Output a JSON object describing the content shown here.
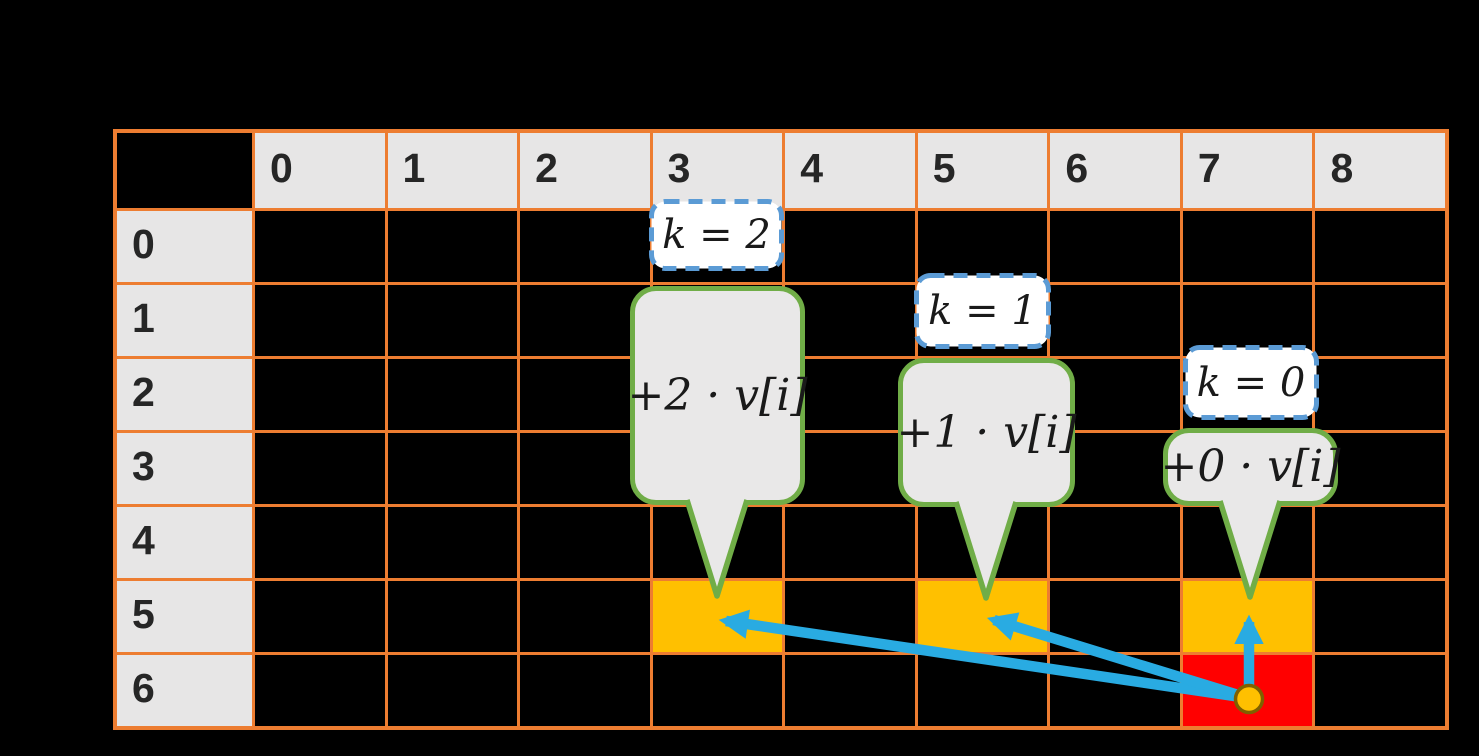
{
  "colors": {
    "background": "#000000",
    "grid_line": "#ED7D31",
    "header_fill": "#E7E6E6",
    "header_text": "#262626",
    "cell_fill": "#000000",
    "highlight_gold": "#FFC000",
    "highlight_red": "#FF0000",
    "callout_fill": "#E9E8E8",
    "callout_border_green": "#70AD47",
    "k_box_fill": "#FFFFFF",
    "k_box_border_blue": "#5B9BD5",
    "arrow_blue": "#29ABE2",
    "dot_fill": "#FFC000",
    "dot_ring": "#7F6000",
    "formula_text": "#1A1A1A"
  },
  "table": {
    "col_headers": [
      "0",
      "1",
      "2",
      "3",
      "4",
      "5",
      "6",
      "7",
      "8"
    ],
    "row_headers": [
      "0",
      "1",
      "2",
      "3",
      "4",
      "5",
      "6"
    ],
    "highlighted_cells": [
      {
        "row": 5,
        "col": 3,
        "color": "gold"
      },
      {
        "row": 5,
        "col": 5,
        "color": "gold"
      },
      {
        "row": 5,
        "col": 7,
        "color": "gold"
      },
      {
        "row": 6,
        "col": 7,
        "color": "red"
      }
    ]
  },
  "callouts": [
    {
      "k_label": "k = 2",
      "formula": "+2 · v[i]",
      "target": {
        "row": 5,
        "col": 3
      }
    },
    {
      "k_label": "k = 1",
      "formula": "+1 · v[i]",
      "target": {
        "row": 5,
        "col": 5
      }
    },
    {
      "k_label": "k = 0",
      "formula": "+0 · v[i]",
      "target": {
        "row": 5,
        "col": 7
      }
    }
  ],
  "arrows": {
    "origin_cell": {
      "row": 6,
      "col": 7
    },
    "target_cells": [
      {
        "row": 5,
        "col": 3
      },
      {
        "row": 5,
        "col": 5
      },
      {
        "row": 5,
        "col": 7
      }
    ]
  }
}
